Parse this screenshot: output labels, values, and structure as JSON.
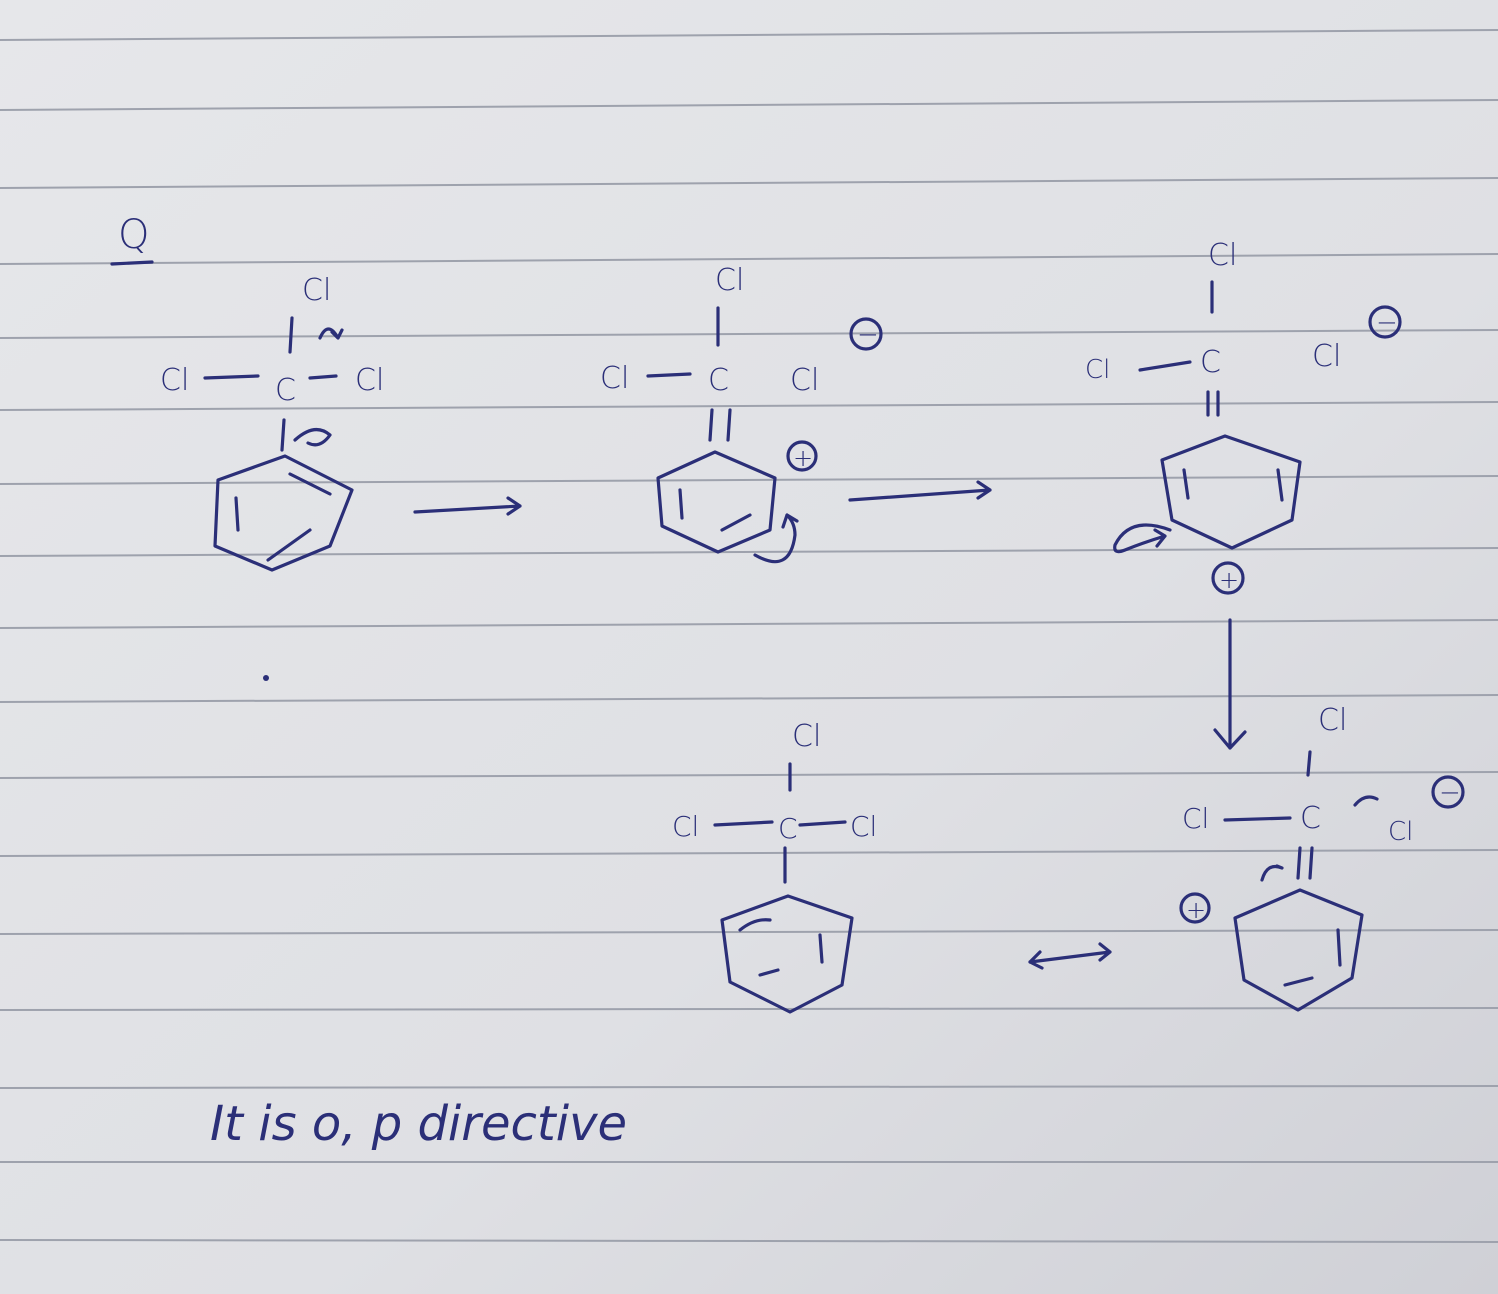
{
  "question_label": "Q",
  "atom": "Cl",
  "carbon": "C",
  "charges": {
    "plus": "+",
    "minus": "−"
  },
  "conclusion": "It is o, p directive",
  "colors": {
    "ink": "#2b2f78",
    "paper": "#dcdde2",
    "rule": "#9ea2ad"
  }
}
